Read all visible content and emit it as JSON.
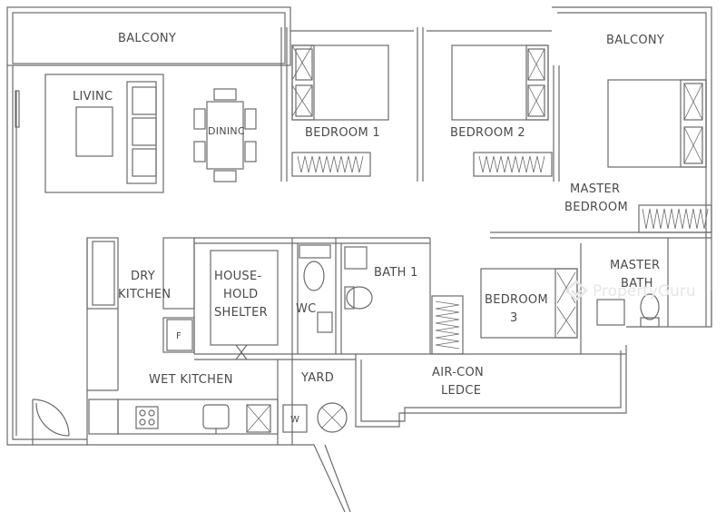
{
  "rooms": {
    "balcony_left": "BALCONY",
    "balcony_right": "BALCONY",
    "living": "LIVINC",
    "dining": "DININC",
    "bedroom1": "BEDROOM 1",
    "bedroom2": "BEDROOM 2",
    "master_bedroom_1": "MASTER",
    "master_bedroom_2": "BEDROOM",
    "dry_kitchen_1": "DRY",
    "dry_kitchen_2": "KITCHEN",
    "household_1": "HOUSE-",
    "household_2": "HOLD",
    "household_3": "SHELTER",
    "wc": "WC",
    "bath1": "BATH 1",
    "bedroom3_1": "BEDROOM",
    "bedroom3_2": "3",
    "master_bath_1": "MASTER",
    "master_bath_2": "BATH",
    "wet_kitchen": "WET KITCHEN",
    "yard": "YARD",
    "aircon_1": "AIR-CON",
    "aircon_2": "LEDCE"
  },
  "fixtures": {
    "fridge": "F",
    "washer": "W"
  },
  "watermark": {
    "text": "PropertyGuru",
    "icon": "propertyguru-logo-icon"
  },
  "colors": {
    "line": "#6b6b6b",
    "text": "#4a4a4a",
    "background": "#ffffff"
  }
}
